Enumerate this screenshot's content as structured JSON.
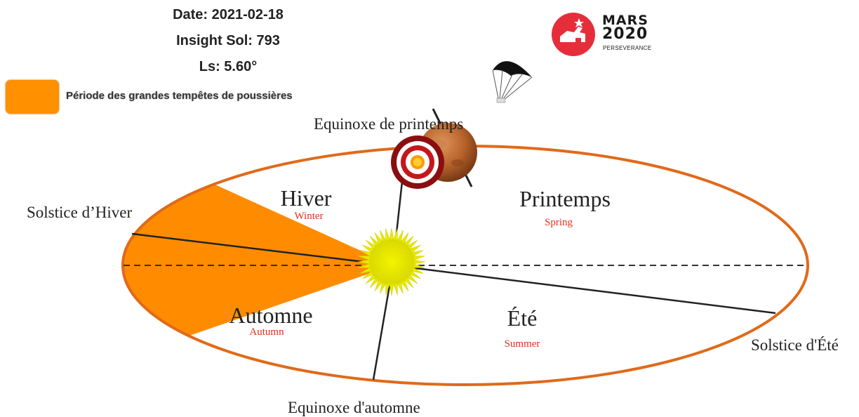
{
  "info": {
    "date": "Date: 2021-02-18",
    "sol": "Insight Sol: 793",
    "ls": "Ls: 5.60°"
  },
  "legend": {
    "label": "Période des grandes tempêtes de poussières",
    "color": "#ff9000"
  },
  "logo": {
    "line1": "MARS",
    "line2": "2020",
    "line3": "PERSEVERANCE",
    "color": "#e62e3b"
  },
  "points": {
    "spring_equinox": "Equinoxe de printemps",
    "winter_solstice": "Solstice d’Hiver",
    "summer_solstice": "Solstice d'Été",
    "autumn_equinox": "Equinoxe d'automne"
  },
  "seasons": {
    "winter": {
      "fr": "Hiver",
      "en": "Winter"
    },
    "spring": {
      "fr": "Printemps",
      "en": "Spring"
    },
    "summer": {
      "fr": "Été",
      "en": "Summer"
    },
    "autumn": {
      "fr": "Automne",
      "en": "Autumn"
    }
  },
  "colors": {
    "orbit": "#e06a1a",
    "dust_sector": "#ff8c00",
    "sun": "#e8e800",
    "mars": "#b5622a",
    "english_label": "#e0301e"
  }
}
